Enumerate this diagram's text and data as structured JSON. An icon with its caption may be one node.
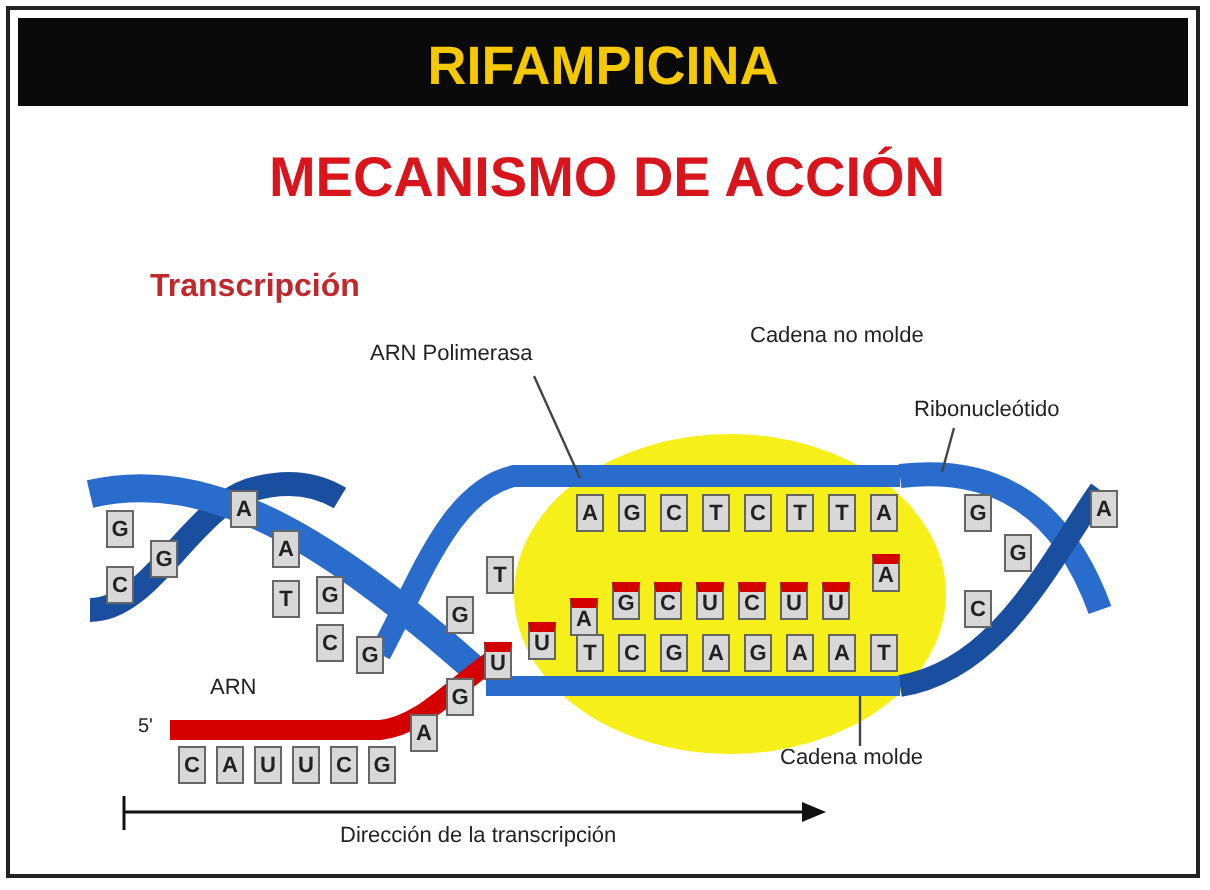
{
  "diagram": {
    "title": "RIFAMPICINA",
    "nodes": [
      {
        "text": [
          "ARN Polimerasa"
        ]
      },
      {
        "text": [],
        "shape": "circle"
      },
      {
        "text": [
          "Ribonucleótido"
        ]
      },
      {
        "text": [
          "Cadena molde"
        ]
      },
      {
        "text": [],
        "shape": "bar"
      }
    ],
    "edges": [
      {
        "from": 0,
        "to": 1,
        "arrow": "none"
      },
      {
        "from": 2,
        "to": null,
        "arrow": "none"
      },
      {
        "from": 3,
        "to": 4,
        "arrow": "none"
      }
    ],
    "labels": [
      "MECANISMO DE ACCIÓN",
      "Transcripción",
      "Cadena no molde",
      "G",
      "C",
      "G",
      "A",
      "A",
      "T",
      "G",
      "C",
      "G",
      "G",
      "T",
      "A",
      "G",
      "C",
      "T",
      "C",
      "T",
      "T",
      "A",
      "G",
      "G",
      "C",
      "A",
      "U",
      "U",
      "A",
      "G",
      "C",
      "U",
      "C",
      "U",
      "U",
      "A",
      "T",
      "C",
      "G",
      "A",
      "G",
      "A",
      "A",
      "T",
      "C",
      "A",
      "U",
      "U",
      "C",
      "G",
      "A",
      "G",
      "ARN",
      "5'",
      "Dirección de la transcripción"
    ]
  }
}
